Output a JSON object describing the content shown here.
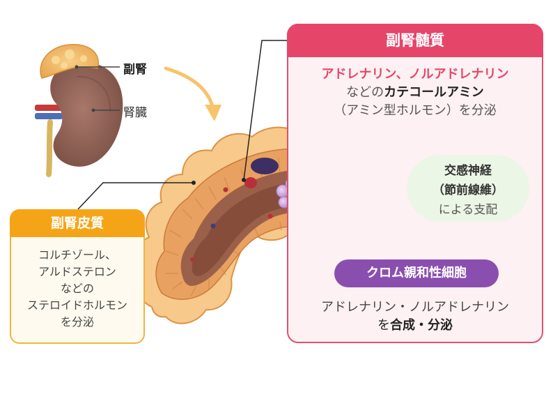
{
  "kidney": {
    "adrenal_label": "副腎",
    "kidney_label": "腎臓"
  },
  "medulla": {
    "title": "副腎髄質",
    "line1": "アドレナリン、ノルアドレナリン",
    "line2_prefix": "などの",
    "line2_bold": "カテコールアミン",
    "line3": "（アミン型ホルモン）を分泌"
  },
  "nerve": {
    "line1": "交感神経",
    "line2": "（節前線維）",
    "line3": "による支配"
  },
  "chromaffin": {
    "title": "クロム親和性細胞",
    "line1": "アドレナリン・ノルアドレナリン",
    "line2_prefix": "を",
    "line2_bold": "合成・分泌"
  },
  "cortex": {
    "title": "副腎皮質",
    "lines": [
      "コルチゾール、",
      "アルドステロン",
      "などの",
      "ステロイドホルモン",
      "を分泌"
    ]
  },
  "colors": {
    "medulla_accent": "#e6456a",
    "cortex_accent": "#f5a418",
    "chromaffin_accent": "#8a4fae",
    "nerve_green": "#7cc24a"
  }
}
